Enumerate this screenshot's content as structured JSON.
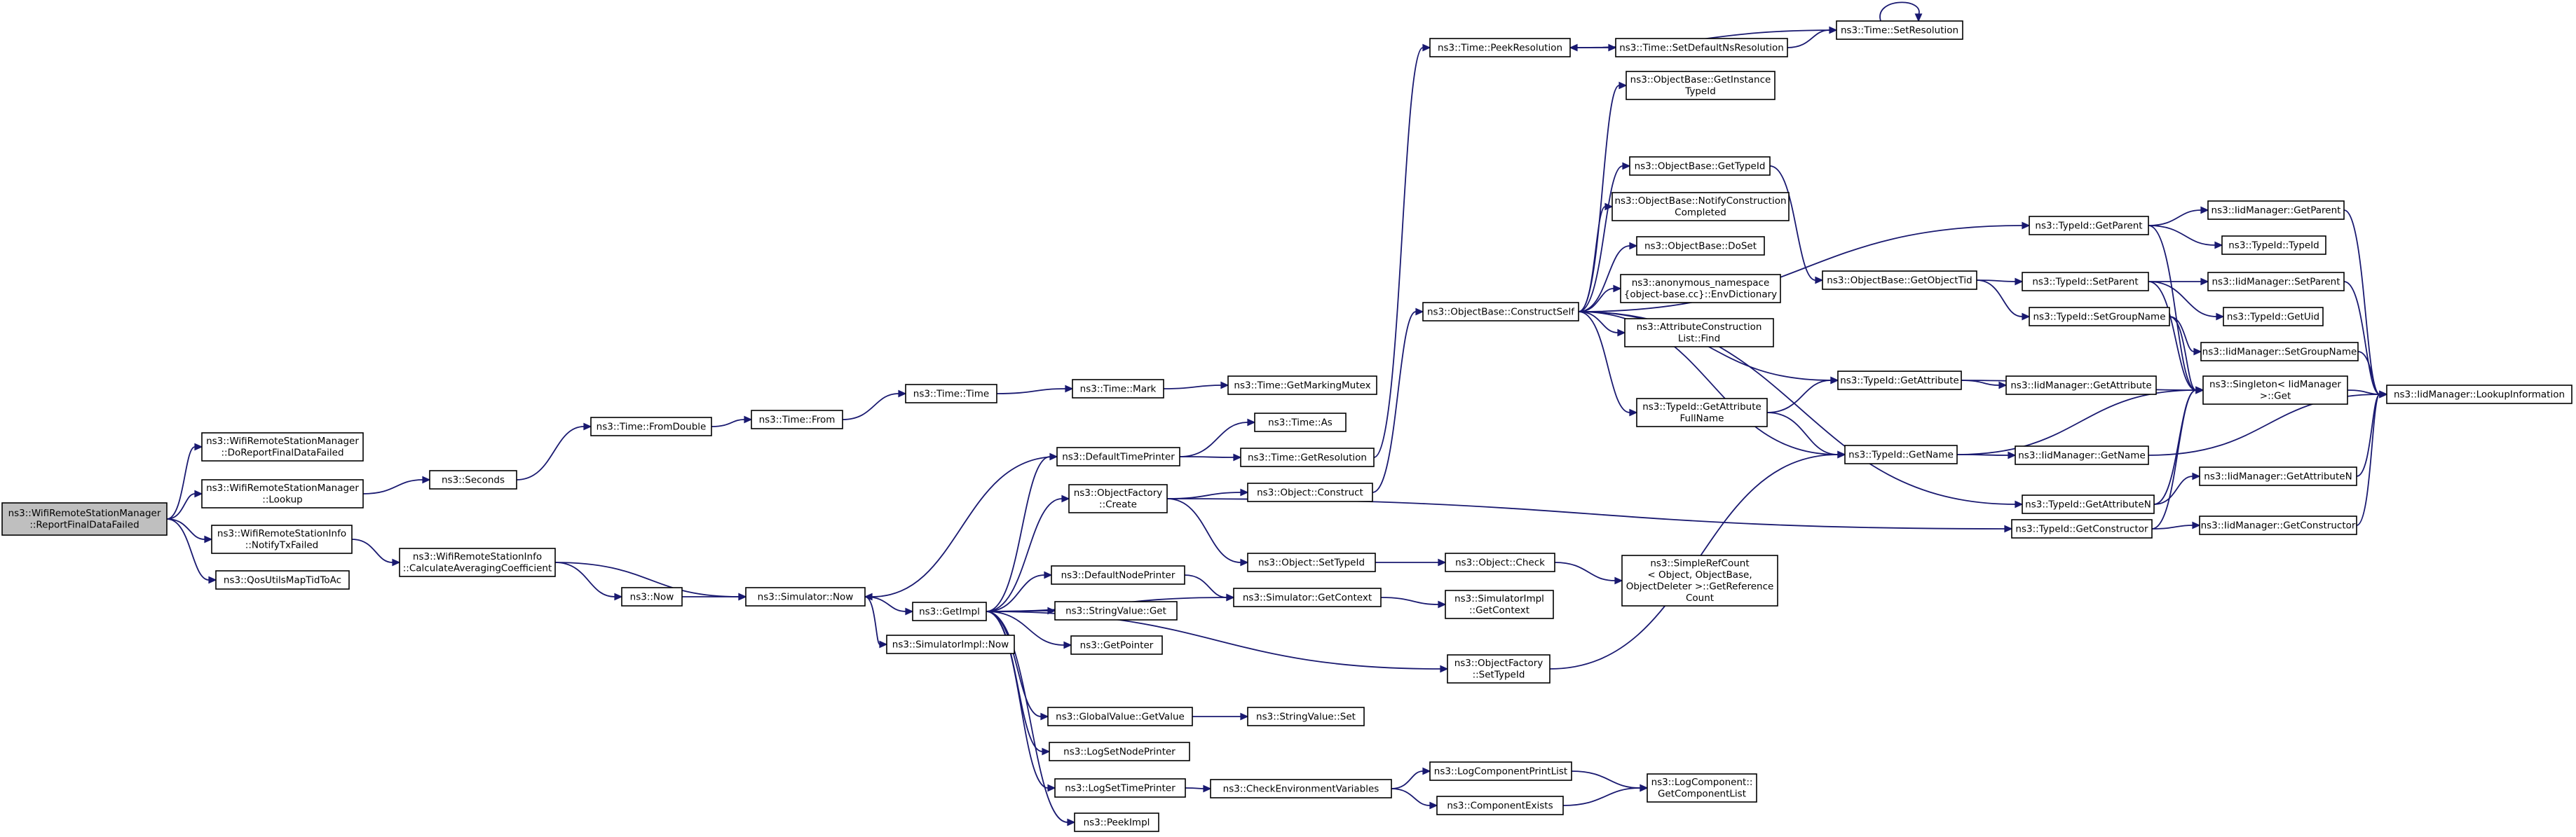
{
  "colors": {
    "edge": "#191970",
    "node_border": "#000000",
    "root_fill": "#bfbfbf",
    "node_fill": "#ffffff"
  },
  "nodes": [
    {
      "id": "root",
      "root": true,
      "lines": [
        "ns3::WifiRemoteStationManager",
        "::ReportFinalDataFailed"
      ]
    },
    {
      "id": "doReport",
      "lines": [
        "ns3::WifiRemoteStationManager",
        "::DoReportFinalDataFailed"
      ]
    },
    {
      "id": "lookup",
      "lines": [
        "ns3::WifiRemoteStationManager",
        "::Lookup"
      ]
    },
    {
      "id": "notifyTx",
      "lines": [
        "ns3::WifiRemoteStationInfo",
        "::NotifyTxFailed"
      ]
    },
    {
      "id": "qos",
      "lines": [
        "ns3::QosUtilsMapTidToAc"
      ]
    },
    {
      "id": "calcAvg",
      "lines": [
        "ns3::WifiRemoteStationInfo",
        "::CalculateAveragingCoefficient"
      ]
    },
    {
      "id": "seconds",
      "lines": [
        "ns3::Seconds"
      ]
    },
    {
      "id": "fromDouble",
      "lines": [
        "ns3::Time::FromDouble"
      ]
    },
    {
      "id": "from",
      "lines": [
        "ns3::Time::From"
      ]
    },
    {
      "id": "time",
      "lines": [
        "ns3::Time::Time"
      ]
    },
    {
      "id": "mark",
      "lines": [
        "ns3::Time::Mark"
      ]
    },
    {
      "id": "markMutex",
      "lines": [
        "ns3::Time::GetMarkingMutex"
      ]
    },
    {
      "id": "now",
      "lines": [
        "ns3::Now"
      ]
    },
    {
      "id": "simNow",
      "lines": [
        "ns3::Simulator::Now"
      ]
    },
    {
      "id": "getImpl",
      "lines": [
        "ns3::GetImpl"
      ]
    },
    {
      "id": "simImplNow",
      "lines": [
        "ns3::SimulatorImpl::Now"
      ]
    },
    {
      "id": "defTimePrinter",
      "lines": [
        "ns3::DefaultTimePrinter"
      ]
    },
    {
      "id": "objFactCreate",
      "lines": [
        "ns3::ObjectFactory",
        "::Create"
      ]
    },
    {
      "id": "defNodePrinter",
      "lines": [
        "ns3::DefaultNodePrinter"
      ]
    },
    {
      "id": "strValGet",
      "lines": [
        "ns3::StringValue::Get"
      ]
    },
    {
      "id": "getPointer",
      "lines": [
        "ns3::GetPointer"
      ]
    },
    {
      "id": "globalGet",
      "lines": [
        "ns3::GlobalValue::GetValue"
      ]
    },
    {
      "id": "logSetNode",
      "lines": [
        "ns3::LogSetNodePrinter"
      ]
    },
    {
      "id": "logSetTime",
      "lines": [
        "ns3::LogSetTimePrinter"
      ]
    },
    {
      "id": "peekImpl",
      "lines": [
        "ns3::PeekImpl"
      ]
    },
    {
      "id": "timeAs",
      "lines": [
        "ns3::Time::As"
      ]
    },
    {
      "id": "getRes",
      "lines": [
        "ns3::Time::GetResolution"
      ]
    },
    {
      "id": "objConstruct",
      "lines": [
        "ns3::Object::Construct"
      ]
    },
    {
      "id": "objSetTypeId",
      "lines": [
        "ns3::Object::SetTypeId"
      ]
    },
    {
      "id": "simGetCtx",
      "lines": [
        "ns3::Simulator::GetContext"
      ]
    },
    {
      "id": "objFactSetTid",
      "lines": [
        "ns3::ObjectFactory",
        "::SetTypeId"
      ]
    },
    {
      "id": "strValSet",
      "lines": [
        "ns3::StringValue::Set"
      ]
    },
    {
      "id": "checkEnv",
      "lines": [
        "ns3::CheckEnvironmentVariables"
      ]
    },
    {
      "id": "peekRes",
      "lines": [
        "ns3::Time::PeekResolution"
      ]
    },
    {
      "id": "setDefNs",
      "lines": [
        "ns3::Time::SetDefaultNsResolution"
      ]
    },
    {
      "id": "setRes",
      "lines": [
        "ns3::Time::SetResolution"
      ]
    },
    {
      "id": "constructSelf",
      "lines": [
        "ns3::ObjectBase::ConstructSelf"
      ]
    },
    {
      "id": "objCheck",
      "lines": [
        "ns3::Object::Check"
      ]
    },
    {
      "id": "simImplCtx",
      "lines": [
        "ns3::SimulatorImpl",
        "::GetContext"
      ]
    },
    {
      "id": "logCompPrint",
      "lines": [
        "ns3::LogComponentPrintList"
      ]
    },
    {
      "id": "compExists",
      "lines": [
        "ns3::ComponentExists"
      ]
    },
    {
      "id": "getInstTid",
      "lines": [
        "ns3::ObjectBase::GetInstance",
        "TypeId"
      ]
    },
    {
      "id": "getTypeId",
      "lines": [
        "ns3::ObjectBase::GetTypeId"
      ]
    },
    {
      "id": "notifyConstr",
      "lines": [
        "ns3::ObjectBase::NotifyConstruction",
        "Completed"
      ]
    },
    {
      "id": "doSet",
      "lines": [
        "ns3::ObjectBase::DoSet"
      ]
    },
    {
      "id": "envDict",
      "lines": [
        "ns3::anonymous_namespace",
        "{object-base.cc}::EnvDictionary"
      ]
    },
    {
      "id": "attrFind",
      "lines": [
        "ns3::AttributeConstruction",
        "List::Find"
      ]
    },
    {
      "id": "getAttrFull",
      "lines": [
        "ns3::TypeId::GetAttribute",
        "FullName"
      ]
    },
    {
      "id": "simpleRef",
      "lines": [
        "ns3::SimpleRefCount",
        "< Object, ObjectBase,",
        "ObjectDeleter >::GetReference",
        "Count"
      ]
    },
    {
      "id": "getCompList",
      "lines": [
        "ns3::LogComponent::",
        "GetComponentList"
      ]
    },
    {
      "id": "getObjTid",
      "lines": [
        "ns3::ObjectBase::GetObjectTid"
      ]
    },
    {
      "id": "tidGetAttr",
      "lines": [
        "ns3::TypeId::GetAttribute"
      ]
    },
    {
      "id": "tidGetName",
      "lines": [
        "ns3::TypeId::GetName"
      ]
    },
    {
      "id": "tidGetParent",
      "lines": [
        "ns3::TypeId::GetParent"
      ]
    },
    {
      "id": "tidSetParent",
      "lines": [
        "ns3::TypeId::SetParent"
      ]
    },
    {
      "id": "tidSetGroup",
      "lines": [
        "ns3::TypeId::SetGroupName"
      ]
    },
    {
      "id": "tidGetAttrN",
      "lines": [
        "ns3::TypeId::GetAttributeN"
      ]
    },
    {
      "id": "tidGetConstr",
      "lines": [
        "ns3::TypeId::GetConstructor"
      ]
    },
    {
      "id": "iidGetAttr",
      "lines": [
        "ns3::IidManager::GetAttribute"
      ]
    },
    {
      "id": "iidGetName",
      "lines": [
        "ns3::IidManager::GetName"
      ]
    },
    {
      "id": "singletonGet",
      "lines": [
        "ns3::Singleton< IidManager",
        " >::Get"
      ]
    },
    {
      "id": "iidGetParent",
      "lines": [
        "ns3::IidManager::GetParent"
      ]
    },
    {
      "id": "tidTypeId",
      "lines": [
        "ns3::TypeId::TypeId"
      ]
    },
    {
      "id": "iidSetParent",
      "lines": [
        "ns3::IidManager::SetParent"
      ]
    },
    {
      "id": "tidGetUid",
      "lines": [
        "ns3::TypeId::GetUid"
      ]
    },
    {
      "id": "iidSetGroup",
      "lines": [
        "ns3::IidManager::SetGroupName"
      ]
    },
    {
      "id": "iidGetAttrN",
      "lines": [
        "ns3::IidManager::GetAttributeN"
      ]
    },
    {
      "id": "iidGetConstr",
      "lines": [
        "ns3::IidManager::GetConstructor"
      ]
    },
    {
      "id": "iidLookup",
      "lines": [
        "ns3::IidManager::LookupInformation"
      ]
    }
  ],
  "edges": [
    [
      "root",
      "doReport"
    ],
    [
      "root",
      "lookup"
    ],
    [
      "root",
      "notifyTx"
    ],
    [
      "root",
      "qos"
    ],
    [
      "lookup",
      "seconds"
    ],
    [
      "notifyTx",
      "calcAvg"
    ],
    [
      "seconds",
      "fromDouble"
    ],
    [
      "fromDouble",
      "from"
    ],
    [
      "from",
      "time"
    ],
    [
      "time",
      "mark"
    ],
    [
      "mark",
      "markMutex"
    ],
    [
      "calcAvg",
      "simNow"
    ],
    [
      "calcAvg",
      "now"
    ],
    [
      "now",
      "simNow"
    ],
    [
      "simNow",
      "getImpl"
    ],
    [
      "simNow",
      "simImplNow"
    ],
    [
      "getImpl",
      "defTimePrinter"
    ],
    [
      "getImpl",
      "objFactCreate"
    ],
    [
      "getImpl",
      "defNodePrinter"
    ],
    [
      "getImpl",
      "strValGet"
    ],
    [
      "getImpl",
      "getPointer"
    ],
    [
      "getImpl",
      "globalGet"
    ],
    [
      "getImpl",
      "logSetNode"
    ],
    [
      "getImpl",
      "logSetTime"
    ],
    [
      "getImpl",
      "peekImpl"
    ],
    [
      "getImpl",
      "simGetCtx"
    ],
    [
      "getImpl",
      "objFactSetTid"
    ],
    [
      "defTimePrinter",
      "timeAs"
    ],
    [
      "defTimePrinter",
      "getRes"
    ],
    [
      "defTimePrinter",
      "simNow"
    ],
    [
      "objFactCreate",
      "objConstruct"
    ],
    [
      "objFactCreate",
      "objSetTypeId"
    ],
    [
      "objFactCreate",
      "tidGetConstr"
    ],
    [
      "defNodePrinter",
      "simGetCtx"
    ],
    [
      "simGetCtx",
      "simImplCtx"
    ],
    [
      "globalGet",
      "strValSet"
    ],
    [
      "logSetTime",
      "checkEnv"
    ],
    [
      "checkEnv",
      "logCompPrint"
    ],
    [
      "checkEnv",
      "compExists"
    ],
    [
      "logCompPrint",
      "getCompList"
    ],
    [
      "compExists",
      "getCompList"
    ],
    [
      "getRes",
      "peekRes"
    ],
    [
      "peekRes",
      "setDefNs"
    ],
    [
      "setDefNs",
      "setRes"
    ],
    [
      "setRes",
      "peekRes"
    ],
    [
      "setRes",
      "setRes"
    ],
    [
      "objConstruct",
      "constructSelf"
    ],
    [
      "objSetTypeId",
      "objCheck"
    ],
    [
      "objCheck",
      "simpleRef"
    ],
    [
      "objFactSetTid",
      "tidGetName"
    ],
    [
      "constructSelf",
      "getInstTid"
    ],
    [
      "constructSelf",
      "getTypeId"
    ],
    [
      "constructSelf",
      "notifyConstr"
    ],
    [
      "constructSelf",
      "doSet"
    ],
    [
      "constructSelf",
      "envDict"
    ],
    [
      "constructSelf",
      "attrFind"
    ],
    [
      "constructSelf",
      "getAttrFull"
    ],
    [
      "constructSelf",
      "tidGetParent"
    ],
    [
      "constructSelf",
      "tidGetAttr"
    ],
    [
      "constructSelf",
      "tidGetName"
    ],
    [
      "constructSelf",
      "tidGetAttrN"
    ],
    [
      "getTypeId",
      "getObjTid"
    ],
    [
      "getObjTid",
      "tidSetParent"
    ],
    [
      "getObjTid",
      "tidSetGroup"
    ],
    [
      "getAttrFull",
      "tidGetAttr"
    ],
    [
      "getAttrFull",
      "tidGetName"
    ],
    [
      "tidGetAttr",
      "iidGetAttr"
    ],
    [
      "tidGetAttr",
      "singletonGet"
    ],
    [
      "tidGetName",
      "iidGetName"
    ],
    [
      "tidGetName",
      "singletonGet"
    ],
    [
      "tidGetParent",
      "iidGetParent"
    ],
    [
      "tidGetParent",
      "tidTypeId"
    ],
    [
      "tidGetParent",
      "singletonGet"
    ],
    [
      "tidSetParent",
      "iidSetParent"
    ],
    [
      "tidSetParent",
      "tidGetUid"
    ],
    [
      "tidSetParent",
      "singletonGet"
    ],
    [
      "tidSetGroup",
      "iidSetGroup"
    ],
    [
      "tidSetGroup",
      "singletonGet"
    ],
    [
      "tidGetAttrN",
      "iidGetAttrN"
    ],
    [
      "tidGetAttrN",
      "singletonGet"
    ],
    [
      "tidGetConstr",
      "iidGetConstr"
    ],
    [
      "tidGetConstr",
      "singletonGet"
    ],
    [
      "iidGetParent",
      "iidLookup"
    ],
    [
      "iidSetParent",
      "iidLookup"
    ],
    [
      "iidSetGroup",
      "iidLookup"
    ],
    [
      "iidGetName",
      "iidLookup"
    ],
    [
      "iidGetAttrN",
      "iidLookup"
    ],
    [
      "iidGetConstr",
      "iidLookup"
    ],
    [
      "singletonGet",
      "iidLookup"
    ]
  ]
}
